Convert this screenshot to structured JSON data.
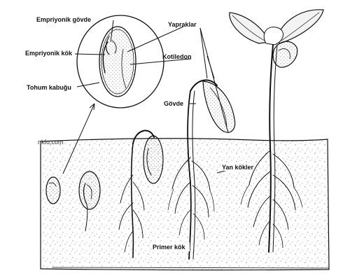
{
  "labels": {
    "embryonic_stem": "Empriyonik gövde",
    "embryonic_root": "Empriyonik kök",
    "seed_coat": "Tohum kabuğu",
    "leaves": "Yapraklar",
    "cotyledon": "Kotiledon",
    "stem": "Gövde",
    "watermark": "nkfu.com",
    "lateral_roots": "Yan kökler",
    "primary_root": "Primer kök"
  }
}
